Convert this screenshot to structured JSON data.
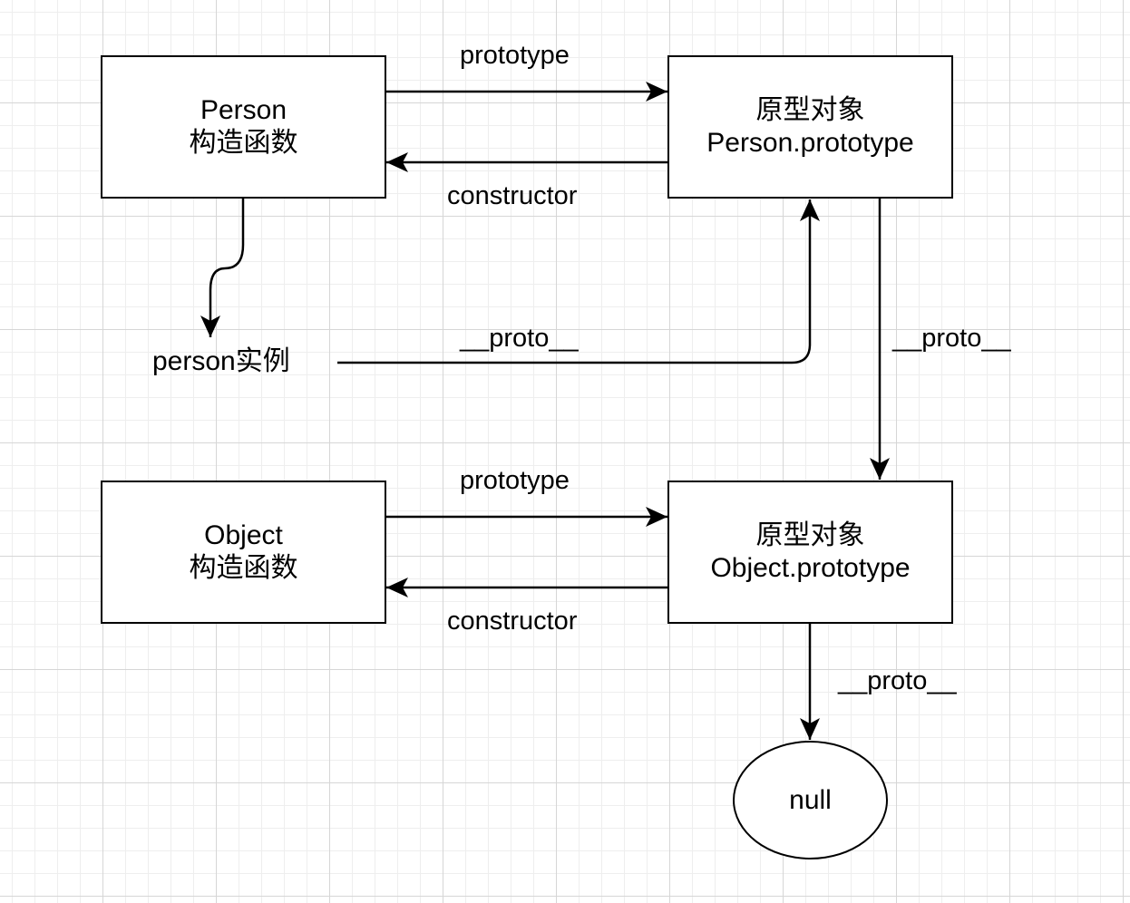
{
  "nodes": {
    "person_constructor": {
      "line1": "Person",
      "line2": "构造函数"
    },
    "person_prototype": {
      "line1": "原型对象",
      "line2": "Person.prototype"
    },
    "person_instance": {
      "label": "person实例"
    },
    "object_constructor": {
      "line1": "Object",
      "line2": "构造函数"
    },
    "object_prototype": {
      "line1": "原型对象",
      "line2": "Object.prototype"
    },
    "null_node": {
      "label": "null"
    }
  },
  "edges": {
    "person_prototype_label": "prototype",
    "person_constructor_label": "constructor",
    "instance_proto_label": "__proto__",
    "person_proto_to_object_label": "__proto__",
    "object_prototype_label": "prototype",
    "object_constructor_label": "constructor",
    "object_proto_to_null_label": "__proto__"
  },
  "colors": {
    "stroke": "#000000",
    "grid": "#d6d6d6",
    "background": "#ffffff"
  }
}
